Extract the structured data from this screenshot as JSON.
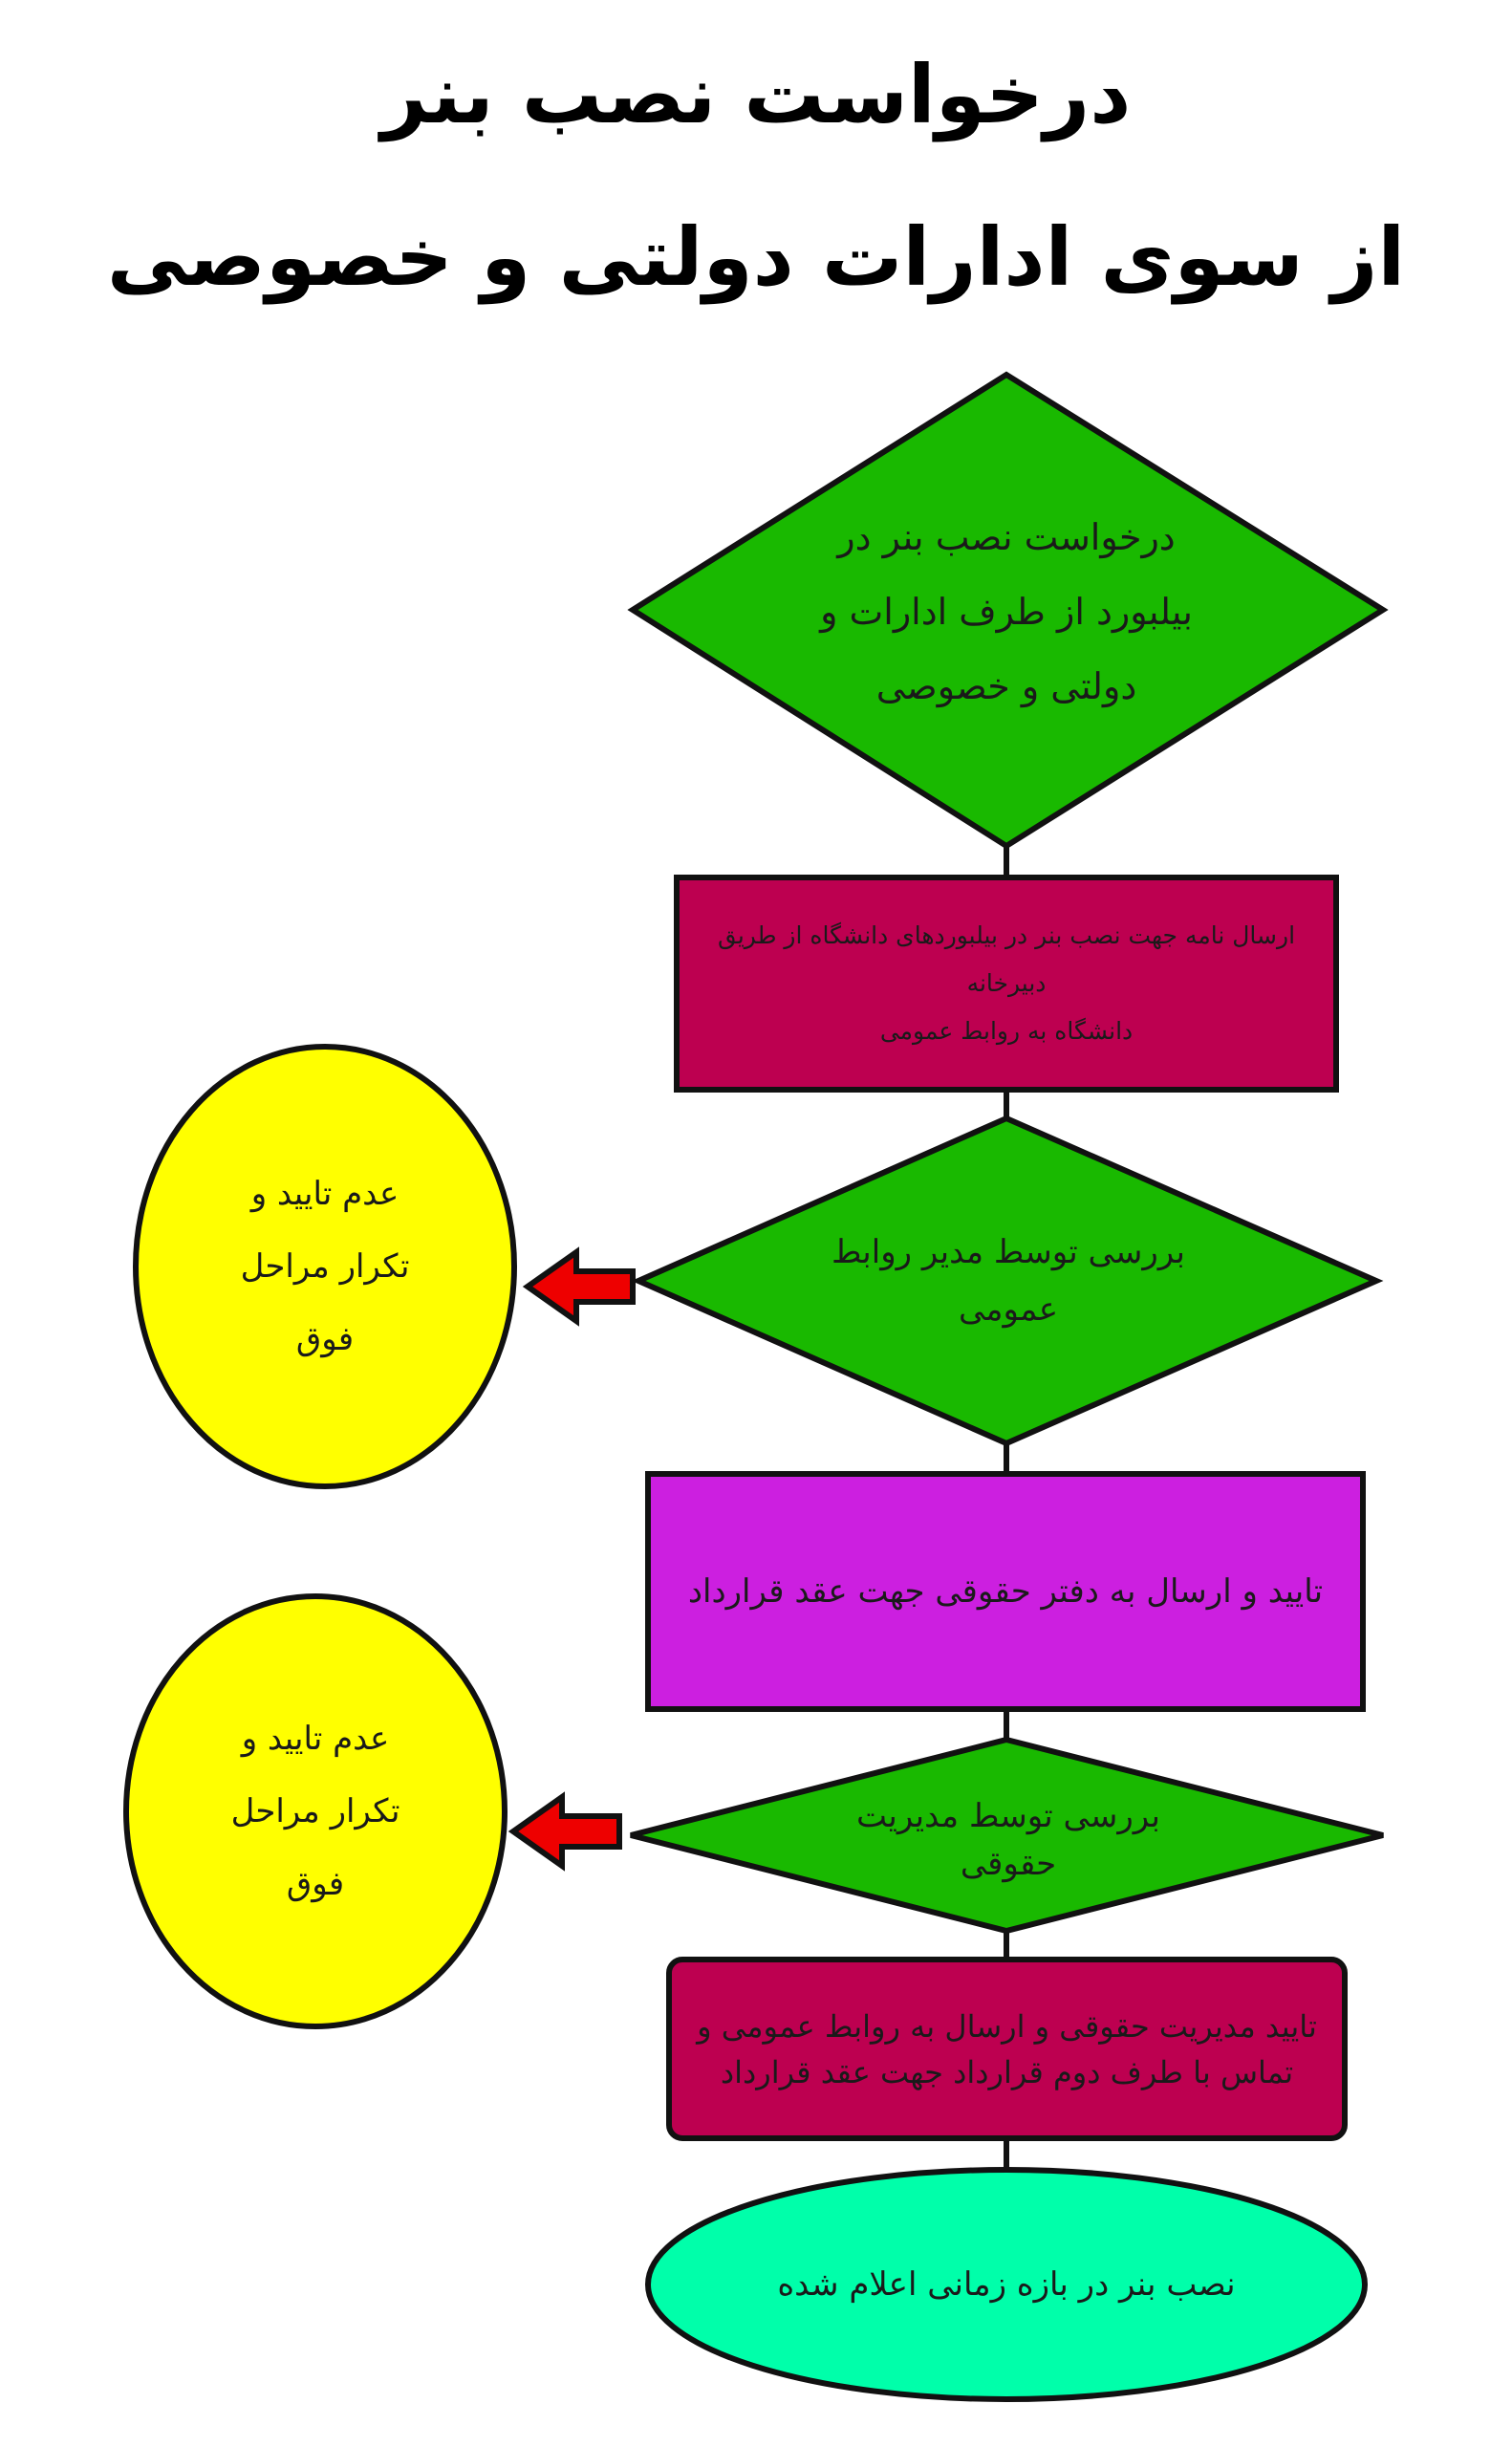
{
  "title": {
    "line1": "درخواست نصب بنر",
    "line2": "از سوی ادارات دولتی و خصوصی"
  },
  "colors": {
    "decision_green": "#19b900",
    "step_maroon": "#bd0050",
    "step_purple": "#cc1fe0",
    "reject_yellow": "#ffff00",
    "end_mint": "#00ffaa",
    "arrow_red": "#ee0000",
    "outline": "#111111"
  },
  "nodes": {
    "start_decision": "درخواست نصب بنر در\nبیلبورد از طرف ادارات و\nدولتی و خصوصی",
    "send_letter": "ارسال نامه جهت نصب بنر در بیلبوردهای دانشگاه از طریق دبیرخانه\nدانشگاه به روابط عمومی",
    "review_pr": "بررسی توسط مدیر روابط\nعمومی",
    "reject_1": "عدم تایید و\nتکرار مراحل\nفوق",
    "approve_legal": "تایید و ارسال به دفتر حقوقی جهت عقد قرارداد",
    "review_legal": "بررسی توسط مدیریت\nحقوقی",
    "reject_2": "عدم تایید و\nتکرار مراحل\nفوق",
    "legal_approved": "تایید مدیریت حقوقی و ارسال به روابط عمومی و\nتماس با طرف دوم قرارداد جهت عقد قرارداد",
    "install": "نصب بنر در بازه زمانی اعلام شده"
  }
}
